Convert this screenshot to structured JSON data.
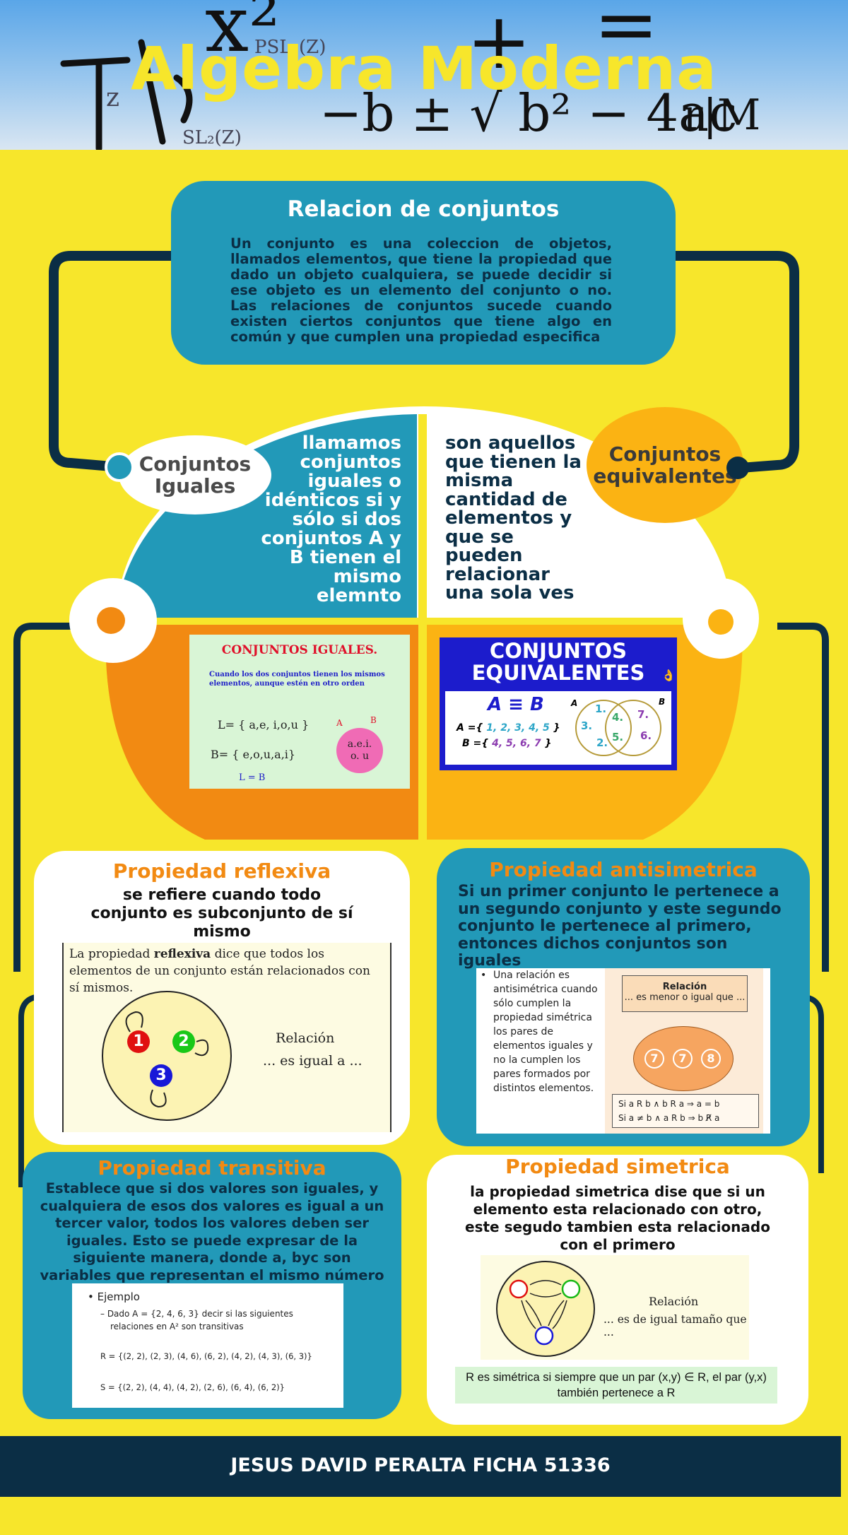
{
  "header": {
    "title": "Algebra Moderna",
    "math_decor": [
      "x²",
      "+",
      "=",
      "−b ± √ b² − 4ac",
      "PSL₂(Z)",
      "SL₂(Z)",
      "z",
      "r|M"
    ]
  },
  "intro": {
    "heading": "Relacion de conjuntos",
    "body": "Un conjunto es una coleccion de objetos, llamados elementos, que tiene la propiedad que dado un objeto cualquiera, se puede decidir si ese objeto es un elemento del conjunto o no. Las relaciones de conjuntos sucede cuando existen ciertos conjuntos que tiene algo en común y que cumplen una propiedad especifica"
  },
  "iguales": {
    "label_line1": "Conjuntos",
    "label_line2": "Iguales",
    "desc": "llamamos conjuntos iguales o idénticos si y sólo si dos conjuntos A y B tienen el mismo elemnto",
    "img": {
      "title": "CONJUNTOS IGUALES.",
      "sub": "Cuando los dos conjuntos tienen los mismos elementos, aunque estén en otro orden",
      "l_set": "L= { a,e, i,o,u }",
      "b_set": "B= { e,o,u,a,i}",
      "eq": "L = B",
      "a_label": "A",
      "b_label": "B",
      "circle_line1": "a.e.i.",
      "circle_line2": "o. u"
    }
  },
  "equivalentes": {
    "label_line1": "Conjuntos",
    "label_line2": "equivalentes",
    "desc": "son aquellos que tienen la misma cantidad de elementos y que se pueden relacionar una sola ves",
    "img": {
      "title_line1": "CONJUNTOS",
      "title_line2": "EQUIVALENTES",
      "emoji": "👌",
      "heading": "A ≡ B",
      "a_prefix": "A ={",
      "a_vals": "1, 2, 3, 4, 5",
      "b_prefix": "B ={",
      "b_vals": "4, 5, 6, 7",
      "close": "}",
      "venn_a": "A",
      "venn_b": "B",
      "n1": "1.",
      "n2": "2.",
      "n3": "3.",
      "n4": "4.",
      "n5": "5.",
      "n6": "6.",
      "n7": "7."
    }
  },
  "reflexiva": {
    "title": "Propiedad reflexiva",
    "desc": "se refiere cuando todo conjunto es subconjunto de sí mismo",
    "img": {
      "text_pre": "La propiedad ",
      "text_bold": "reflexiva",
      "text_post": " dice que todos los elementos de un conjunto están relacionados con sí mismos.",
      "n1": "1",
      "n2": "2",
      "n3": "3",
      "rel_title": "Relación",
      "rel_desc": "... es igual a ..."
    }
  },
  "antisimetrica": {
    "title": "Propiedad antisimetrica",
    "desc": "Si un primer conjunto le pertenece a un segundo conjunto y este segundo conjunto le pertenece al primero, entonces dichos conjuntos son iguales",
    "img": {
      "bullet": "Una relación es antisimétrica cuando sólo cumplen la propiedad simétrica los pares de elementos iguales y no la cumplen los pares formados por distintos elementos.",
      "rel_title": "Relación",
      "rel_desc": "... es menor o igual que ...",
      "n1": "7",
      "n2": "7",
      "n3": "8",
      "formula1": "Si a R b ∧ b R a ⇒ a = b",
      "formula2": "Si a ≠ b ∧ a R b ⇒ b R̸ a"
    }
  },
  "transitiva": {
    "title": "Propiedad transitiva",
    "desc": "Establece que si dos valores son iguales, y cualquiera de esos dos valores es igual a un tercer valor, todos los valores deben ser iguales. Esto se puede expresar de la siguiente manera, donde a, byc son variables que representan el mismo número",
    "img": {
      "bullet": "Ejemplo",
      "sub1": "– Dado A = {2, 4, 6, 3} decir si las siguientes",
      "sub2": "relaciones en A² son transitivas",
      "r": "R = {(2, 2), (2, 3), (4, 6), (6, 2), (4, 2), (4, 3), (6, 3)}",
      "s": "S = {(2, 2), (4, 4), (4, 2), (2, 6), (6, 4), (6, 2)}"
    }
  },
  "simetrica": {
    "title": "Propiedad simetrica",
    "desc": "la propiedad simetrica dise que si un elemento esta relacionado con otro, este segudo tambien esta relacionado con el primero",
    "img": {
      "rel_title": "Relación",
      "rel_desc": "... es de igual tamaño que ...",
      "note": "R es simétrica si siempre que un par (x,y) ∈ R, el par (y,x) también pertenece a R"
    }
  },
  "footer": {
    "text": "JESUS DAVID PERALTA FICHA 51336"
  },
  "colors": {
    "background": "#f7e62b",
    "teal": "#2299b8",
    "navy": "#0b2e45",
    "orange": "#f28a12",
    "amber": "#fbb313",
    "white": "#ffffff"
  }
}
